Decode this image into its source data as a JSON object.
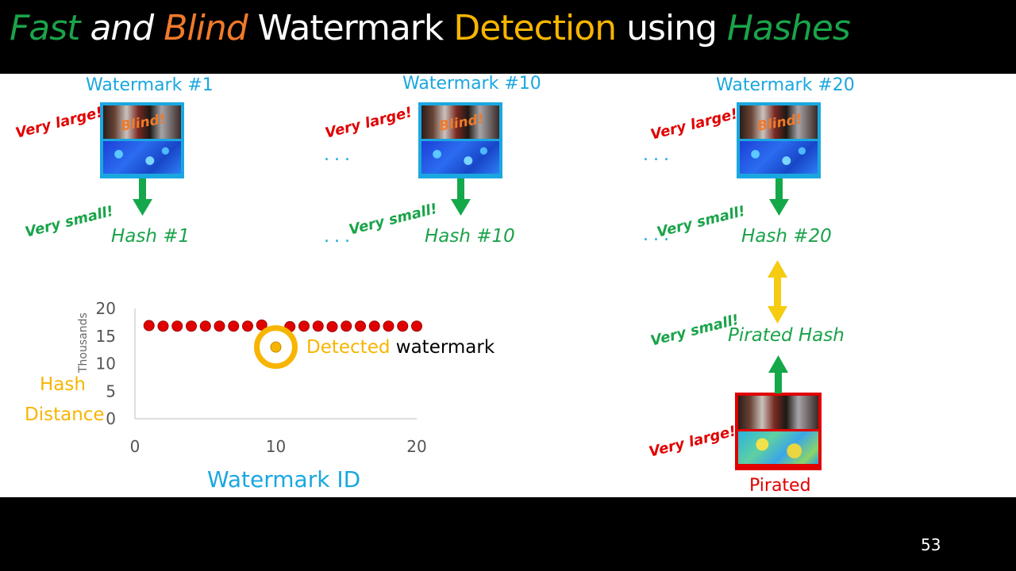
{
  "slide": {
    "title_parts": [
      {
        "text": "Fast",
        "color": "#1aa34a",
        "italic": true
      },
      {
        "text": " and ",
        "color": "#ffffff",
        "italic": true
      },
      {
        "text": "Blind",
        "color": "#f07a2a",
        "italic": true
      },
      {
        "text": " Watermark ",
        "color": "#ffffff",
        "italic": false
      },
      {
        "text": "Detection",
        "color": "#f7b500",
        "italic": false
      },
      {
        "text": " using ",
        "color": "#ffffff",
        "italic": false
      },
      {
        "text": "Hashes",
        "color": "#1aa34a",
        "italic": true
      }
    ],
    "page_number": "53"
  },
  "watermarks": [
    {
      "label": "Watermark #1",
      "hash": "Hash #1",
      "embedded_text": "Blind!"
    },
    {
      "label": "Watermark #10",
      "hash": "Hash #10",
      "embedded_text": "Blind!"
    },
    {
      "label": "Watermark #20",
      "hash": "Hash #20",
      "embedded_text": "Blind!"
    }
  ],
  "annotations": {
    "very_large": "Very large!",
    "very_small": "Very small!",
    "ellipsis": "...",
    "pirated_hash": "Pirated Hash",
    "pirated": "Pirated",
    "detected": "Detected",
    "watermark_word": "watermark"
  },
  "colors": {
    "blue": "#1aa7e0",
    "green": "#1aa34a",
    "red": "#e00000",
    "orange": "#f07a2a",
    "yellow": "#f7b500"
  },
  "chart_data": {
    "type": "scatter",
    "title": "",
    "xlabel": "Watermark ID",
    "ylabel": "Hash Distance",
    "ylabel_unit": "Thousands",
    "xlim": [
      0,
      20
    ],
    "ylim": [
      0,
      20
    ],
    "x_ticks": [
      0,
      10,
      20
    ],
    "y_ticks": [
      0,
      5,
      10,
      15,
      20
    ],
    "grid": false,
    "series": [
      {
        "x": [
          1,
          2,
          3,
          4,
          5,
          6,
          7,
          8,
          9,
          11,
          12,
          13,
          14,
          15,
          16,
          17,
          18,
          19,
          20
        ],
        "y": [
          16.9,
          16.8,
          16.8,
          16.8,
          16.8,
          16.8,
          16.8,
          16.8,
          17.0,
          16.7,
          16.8,
          16.8,
          16.7,
          16.8,
          16.8,
          16.8,
          16.8,
          16.8,
          16.8
        ],
        "color": "#e00000"
      },
      {
        "x": [
          10
        ],
        "y": [
          13.0
        ],
        "color": "#f7b500"
      }
    ],
    "annotation": {
      "x": 10,
      "y": 13.0,
      "text": "Detected watermark"
    }
  }
}
